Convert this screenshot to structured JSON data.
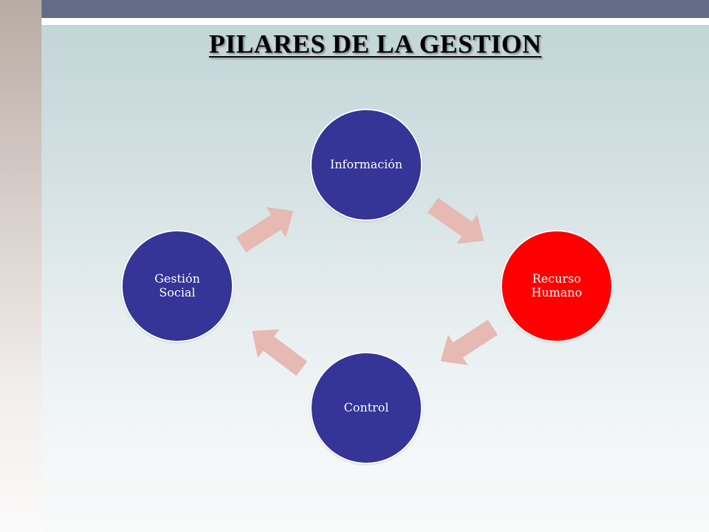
{
  "slide": {
    "title": "PILARES DE LA GESTION"
  },
  "diagram": {
    "nodes": [
      {
        "id": "informacion",
        "label": "Información",
        "color": "#343597"
      },
      {
        "id": "recurso",
        "label": "Recurso\nHumano",
        "color": "#ff0000"
      },
      {
        "id": "control",
        "label": "Control",
        "color": "#343597"
      },
      {
        "id": "gestion",
        "label": "Gestión\nSocial",
        "color": "#343597"
      }
    ],
    "edges": [
      {
        "from": "informacion",
        "to": "recurso"
      },
      {
        "from": "recurso",
        "to": "control"
      },
      {
        "from": "control",
        "to": "gestion"
      },
      {
        "from": "gestion",
        "to": "informacion"
      }
    ],
    "arrow_color": "#e6b9b3",
    "theme": {
      "top_bar": "#636b87",
      "left_band": "#b8aba4"
    }
  }
}
